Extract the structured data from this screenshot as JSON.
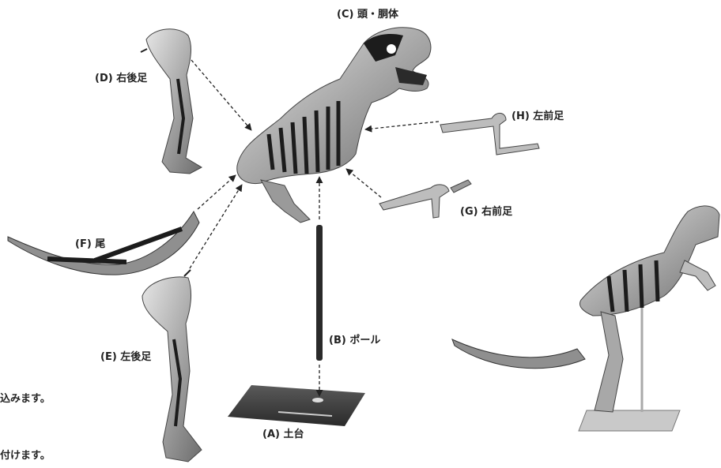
{
  "labels": {
    "a": "(A) 土台",
    "b": "(B) ポール",
    "c": "(C) 頭・胴体",
    "d": "(D) 右後足",
    "e": "(E) 左後足",
    "f": "(F) 尾",
    "g": "(G) 右前足",
    "h": "(H) 左前足"
  },
  "notes": [
    "込みます。",
    "付けます。"
  ],
  "colors": {
    "bone_light": "#cfcfcf",
    "bone_mid": "#9a9a9a",
    "bone_dark": "#1c1c1c",
    "base_plate": "#3a3a3a",
    "arrow": "#222222"
  }
}
